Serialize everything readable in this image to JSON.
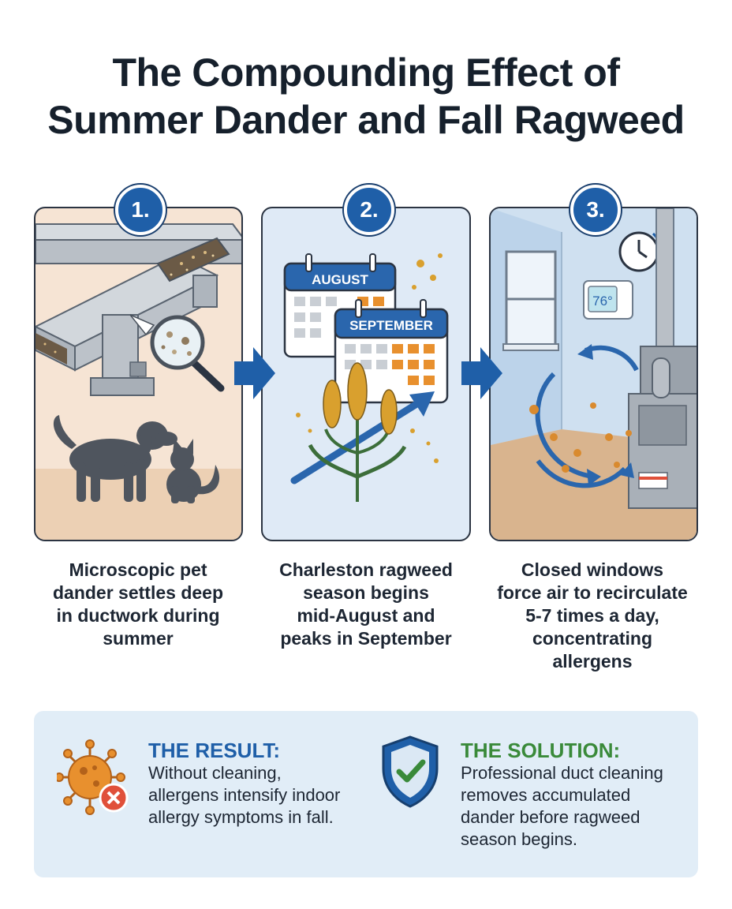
{
  "title": {
    "line1": "The Compounding Effect of",
    "line2": "Summer Dander and Fall Ragweed"
  },
  "steps": [
    {
      "number": "1.",
      "caption": [
        "Microscopic pet",
        "dander settles deep",
        "in ductwork during",
        "summer"
      ]
    },
    {
      "number": "2.",
      "caption": [
        "Charleston ragweed",
        "season begins",
        "mid-August and",
        "peaks in September"
      ],
      "calendars": {
        "first": "AUGUST",
        "second": "SEPTEMBER"
      }
    },
    {
      "number": "3.",
      "caption": [
        "Closed windows",
        "force air to recirculate",
        "5-7 times a day,",
        "concentrating",
        "allergens"
      ],
      "thermostat": "76°"
    }
  ],
  "result": {
    "heading": "THE RESULT:",
    "lines": [
      "Without cleaning,",
      "allergens intensify indoor",
      "allergy symptoms in fall."
    ]
  },
  "solution": {
    "heading": "THE SOLUTION:",
    "lines": [
      "Professional duct cleaning",
      "removes accumulated",
      "dander before ragweed",
      "season begins."
    ]
  },
  "colors": {
    "accent_blue": "#1f5fa8",
    "accent_green": "#3a8a3a",
    "panel_border": "#2b3442"
  }
}
